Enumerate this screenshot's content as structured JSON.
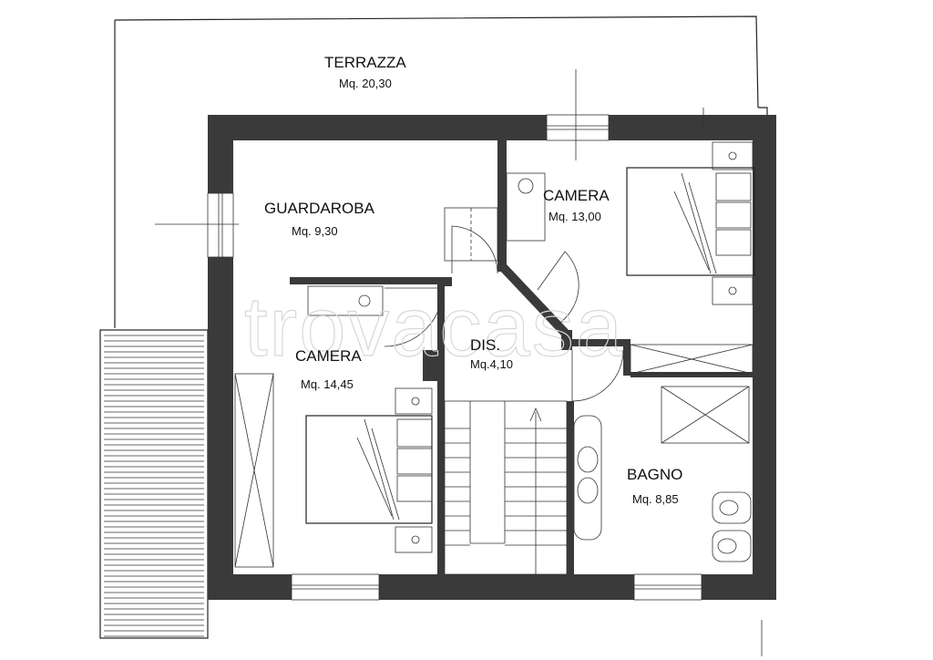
{
  "plan": {
    "watermark": "trovacasa",
    "rooms": {
      "terrazza": {
        "name": "TERRAZZA",
        "area": "Mq. 20,30"
      },
      "guardaroba": {
        "name": "GUARDAROBA",
        "area": "Mq. 9,30"
      },
      "camera_ne": {
        "name": "CAMERA",
        "area": "Mq. 13,00"
      },
      "camera_sw": {
        "name": "CAMERA",
        "area": "Mq. 14,45"
      },
      "disimpegno": {
        "name": "DIS.",
        "area": "Mq.4,10"
      },
      "bagno": {
        "name": "BAGNO",
        "area": "Mq. 8,85"
      }
    }
  }
}
